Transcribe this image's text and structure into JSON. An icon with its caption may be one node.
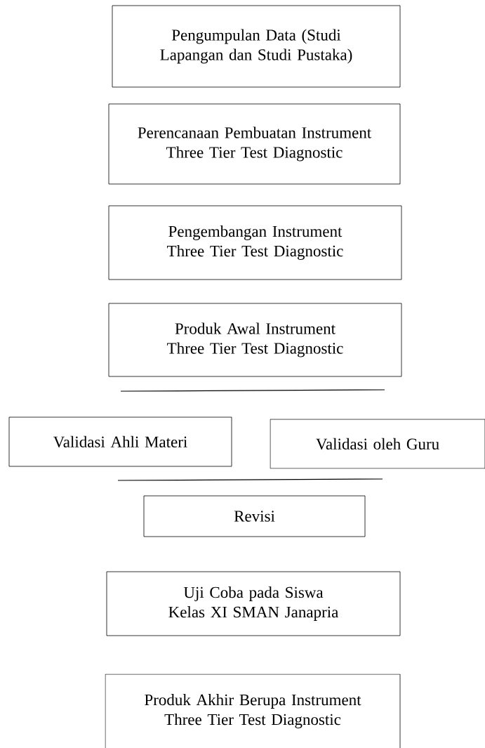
{
  "diagram": {
    "nodes": [
      {
        "text": [
          "Pengumpulan Data (Studi Lapangan dan Studi Pustaka)"
        ]
      },
      {
        "text": [
          "Perencanaan Pembuatan Instrument Three Tier Test Diagnostic"
        ]
      },
      {
        "text": [
          "Pengembangan Instrument Three Tier Test Diagnostic"
        ]
      },
      {
        "text": [
          "Produk Awal Instrument Three Tier Test Diagnostic"
        ]
      },
      {
        "text": [
          "Validasi Ahli Materi"
        ]
      },
      {
        "text": [
          "Validasi oleh Guru"
        ]
      },
      {
        "text": [
          "Revisi"
        ]
      },
      {
        "text": [
          "Uji Coba pada Siswa Kelas XI SMAN Janapria"
        ]
      },
      {
        "text": [
          "Produk Akhir Berupa Instrument Three Tier Test Diagnostic"
        ]
      }
    ]
  }
}
